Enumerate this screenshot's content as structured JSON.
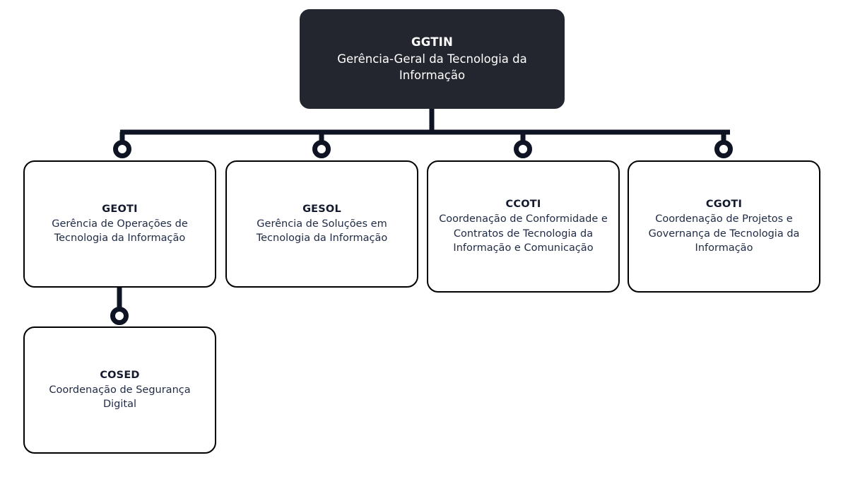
{
  "diagram": {
    "type": "organizational-chart",
    "title_code": "GGTIN",
    "language": "pt-BR",
    "colors": {
      "root_fill": "#23262f",
      "root_text": "#ffffff",
      "node_fill": "#ffffff",
      "node_border": "#000000",
      "node_code_text": "#131a2e",
      "node_desc_text": "#1f2a44",
      "connector": "#0f1424",
      "background": "#ffffff"
    },
    "root": {
      "code": "GGTIN",
      "description": "Gerência-Geral da Tecnologia da Informação"
    },
    "children": [
      {
        "code": "GEOTI",
        "description": "Gerência de Operações de Tecnologia da Informação"
      },
      {
        "code": "GESOL",
        "description": "Gerência de Soluções em Tecnologia da Informação"
      },
      {
        "code": "CCOTI",
        "description": "Coordenação de Conformidade e Contratos de Tecnologia da Informação e Comunicação"
      },
      {
        "code": "CGOTI",
        "description": "Coordenação de Projetos e Governança de Tecnologia da Informação"
      }
    ],
    "subchildren": [
      {
        "parent": "GEOTI",
        "code": "COSED",
        "description": "Coordenação de Segurança Digital"
      }
    ]
  }
}
